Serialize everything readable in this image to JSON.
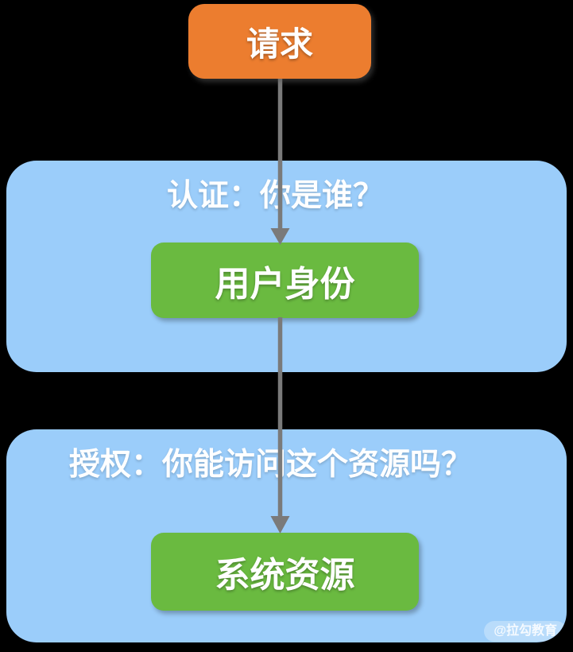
{
  "diagram": {
    "request_node": {
      "label": "请求"
    },
    "sections": {
      "auth": {
        "title": "认证：你是谁？",
        "node_label": "用户身份"
      },
      "authz": {
        "title": "授权：你能访问这个资源吗？",
        "node_label": "系统资源"
      }
    },
    "connectors": [
      {
        "from": "请求",
        "to": "用户身份",
        "direction": "down"
      },
      {
        "from": "用户身份",
        "to": "系统资源",
        "direction": "down"
      }
    ],
    "watermark": "@拉勾教育",
    "colors": {
      "request_fill": "#EC7D2F",
      "section_fill": "#9BCDFA",
      "node_fill": "#6ABA40",
      "arrow": "#7A7A7A",
      "label_text": "#FFFFFF",
      "background": "#000000"
    }
  }
}
